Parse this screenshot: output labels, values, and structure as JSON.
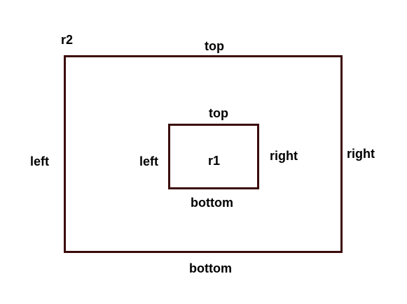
{
  "outer_rect": {
    "name": "r2",
    "top": "top",
    "bottom": "bottom",
    "left": "left",
    "right": "right"
  },
  "inner_rect": {
    "name": "r1",
    "top": "top",
    "bottom": "bottom",
    "left": "left",
    "right": "right"
  },
  "colors": {
    "border": "#3b0a0a",
    "text": "#000000",
    "background": "#ffffff"
  }
}
